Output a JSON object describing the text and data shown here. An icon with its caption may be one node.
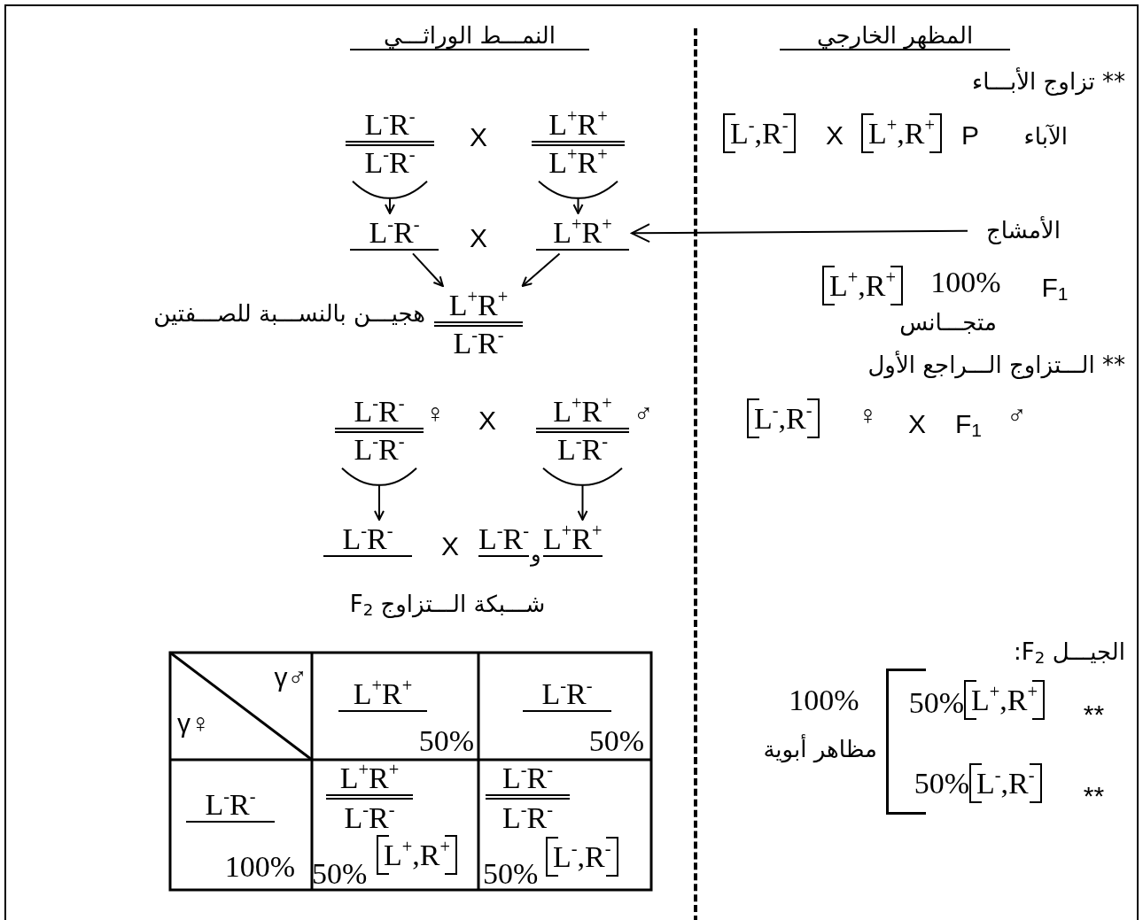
{
  "diagram": {
    "nodes": [
      {
        "text": [
          "L$^{-}$R$^{-}$",
          "L$^{-}$R$^{-}$"
        ]
      },
      {
        "text": [
          "L$^{+}$R$^{+}$",
          "L$^{+}$R$^{+}$"
        ]
      },
      {
        "text": [
          "L$^{-}$R$^{-}$"
        ]
      },
      {
        "text": [
          "L$^{+}$R$^{+}$"
        ]
      },
      {
        "text": [
          "L$^{+}$R$^{+}$",
          "L$^{-}$R$^{-}$"
        ],
        "beside": [
          "هجيـــن بالنســـبة للصـــفتين"
        ]
      },
      {
        "text": [
          "الأمشاج"
        ]
      },
      {
        "text": [
          "L$^{-}$R$^{-}$",
          "L$^{-}$R$^{-}$"
        ],
        "beside": [
          "♀"
        ]
      },
      {
        "text": [
          "L$^{+}$R$^{+}$",
          "L$^{-}$R$^{-}$"
        ],
        "beside": [
          "♂"
        ]
      },
      {
        "text": [
          "L$^{-}$R$^{-}$"
        ]
      },
      {
        "text": [
          "L$^{-}$R$^{-}$",
          "و",
          "L$^{+}$R$^{+}$"
        ]
      }
    ],
    "edges": [
      {
        "from": 0,
        "to": 2,
        "arrow": "to"
      },
      {
        "from": 1,
        "to": 3,
        "arrow": "to"
      },
      {
        "from": 2,
        "to": 4,
        "arrow": "to"
      },
      {
        "from": 3,
        "to": 4,
        "arrow": "to"
      },
      {
        "from": 5,
        "to": 3,
        "arrow": "to"
      },
      {
        "from": 6,
        "to": 8,
        "arrow": "to"
      },
      {
        "from": 7,
        "to": 9,
        "arrow": "to"
      }
    ],
    "labels": [
      "المظهر الخارجي",
      "النمـــط الوراثـــي",
      "** تزاوج الأبـــاء",
      "الآباء",
      "P",
      "L$^{+}$,R$^{+}$",
      "X",
      "L$^{-}$,R$^{-}$",
      "X",
      "X",
      "F$_{1}$",
      "100%",
      "L$^{+}$,R$^{+}$",
      "متجـــانس",
      "** الـــتزاوج الـــراجع الأول",
      "F$_{1}$",
      "♂",
      "X",
      "♀",
      "L$^{-}$,R$^{-}$",
      "X",
      "X",
      "شـــبكة الـــتزاوج F$_{2}$",
      "γ♂",
      "γ♀",
      "L$^{+}$R$^{+}$",
      "50%",
      "L$^{-}$R$^{-}$",
      "50%",
      "L$^{-}$R$^{-}$",
      "100%",
      "L$^{+}$R$^{+}$",
      "L$^{-}$R$^{-}$",
      "50%",
      "L$^{+}$,R$^{+}$",
      "L$^{-}$R$^{-}$",
      "L$^{-}$R$^{-}$",
      "50%",
      "L$^{-}$,R$^{-}$",
      "الجيـــل F$_{2}$:",
      "**",
      "L$^{+}$,R$^{+}$",
      "50%",
      "**",
      "L$^{-}$,R$^{-}$",
      "50%",
      "100%",
      "مظاهر أبوية"
    ]
  }
}
